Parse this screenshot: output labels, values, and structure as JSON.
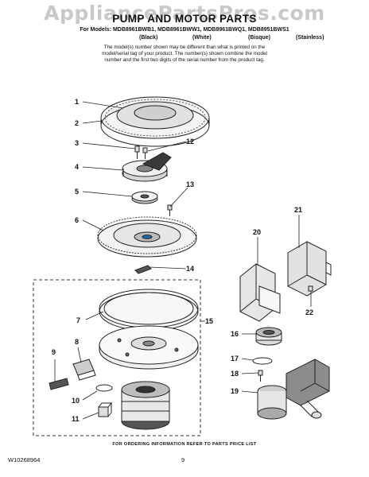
{
  "watermark": "AppliancePartsPros.com",
  "header": {
    "title": "PUMP AND MOTOR PARTS",
    "models_line": "For Models: MDB8961BWB1, MDB8961BWW1, MDB8961BWQ1, MDB8951BWS1",
    "colors": [
      "(Black)",
      "(White)",
      "(Bisque)",
      "(Stainless)"
    ],
    "note_lines": [
      "The model(s) number shown may be different than what is printed on the",
      "model/serial tag of your product. The number(s) shown combine the model",
      "number and the first two digits of the serial number from the product tag."
    ]
  },
  "callouts": [
    "1",
    "2",
    "3",
    "4",
    "5",
    "6",
    "7",
    "8",
    "9",
    "10",
    "11",
    "12",
    "13",
    "14",
    "15",
    "16",
    "17",
    "18",
    "19",
    "20",
    "21",
    "22"
  ],
  "footer": {
    "note": "FOR ORDERING INFORMATION REFER TO PARTS PRICE LIST",
    "doc_number": "W10268964",
    "page_number": "9"
  }
}
